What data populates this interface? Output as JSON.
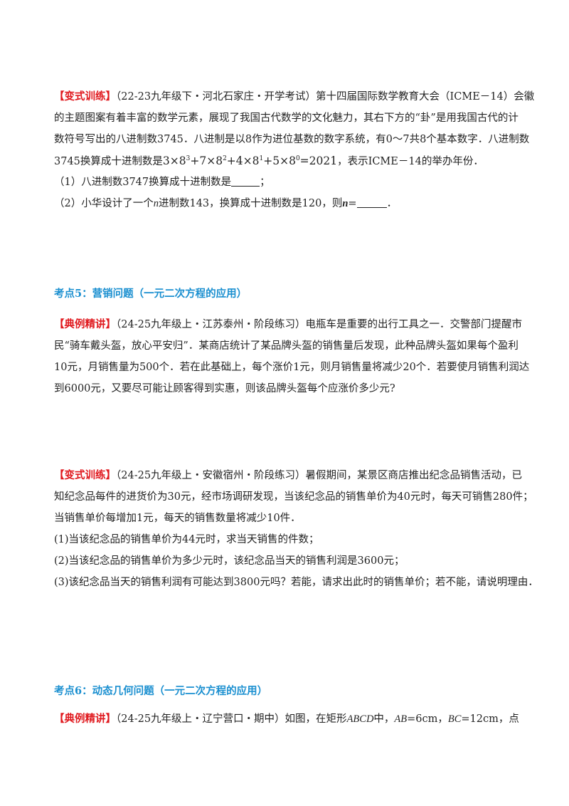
{
  "p1": {
    "tag": "【变式训练】",
    "line1": "（22-23九年级下・河北石家庄・开学考试）第十四届国际数学教育大会（ICME－14）会徽",
    "line2": "的主题图案有着丰富的数学元素，展现了我国古代数学的文化魅力，其右下方的“卦”是用我国古代的计",
    "line3": "数符号写出的八进制数3745．八进制是以8作为进位基数的数字系统，有0～7共8个基本数字．八进制数",
    "line4_pre": "3745换算成十进制数是",
    "formula": [
      "3×8",
      "3",
      "+7×8",
      "2",
      "+4×8",
      "1",
      "+5×8",
      "0",
      "=2021"
    ],
    "line4_post": "，表示ICME－14的举办年份．",
    "q1_pre": "（1）八进制数3747换算成十进制数是",
    "q1_post": "；",
    "q2_pre": "（2）小华设计了一个",
    "q2_var": "n",
    "q2_mid": "进制数143，换算成十进制数是120，则",
    "q2_var2": "n",
    "q2_eq": "=",
    "q2_post": "．"
  },
  "heading5": "考点5：营销问题（一元二次方程的应用）",
  "p2": {
    "tag": "【典例精讲】",
    "line1": "（24-25九年级上・江苏泰州・阶段练习）电瓶车是重要的出行工具之一．交警部门提醒市",
    "line2": "民“骑车戴头盔，放心平安归”．某商店统计了某品牌头盔的销售量后发现，此种品牌头盔如果每个盈利",
    "line3": "10元，月销售量为500个．若在此基础上，每个涨价1元，则月销售量将减少20个．若要使月销售利润达",
    "line4": "到6000元，又要尽可能让顾客得到实惠，则该品牌头盔每个应涨价多少元?"
  },
  "p3": {
    "tag": "【变式训练】",
    "line1": "（24-25九年级上・安徽宿州・阶段练习）暑假期间，某景区商店推出纪念品销售活动，已",
    "line2": "知纪念品每件的进货价为30元，经市场调研发现，当该纪念品的销售单价为40元时，每天可销售280件；",
    "line3": "当销售单价每增加1元，每天的销售数量将减少10件．",
    "q1": "(1)当该纪念品的销售单价为44元时，求当天销售的件数；",
    "q2": "(2)当该纪念品的销售单价为多少元时，该纪念品当天的销售利润是3600元；",
    "q3": "(3)该纪念品当天的销售利润有可能达到3800元吗？若能，请求出此时的销售单价；若不能，请说明理由．"
  },
  "heading6": "考点6：动态几何问题（一元二次方程的应用）",
  "p4": {
    "tag": "【典例精讲】",
    "line1_pre": "（24-25九年级上・辽宁营口・期中）如图，在矩形",
    "rect": "ABCD",
    "mid1": "中，",
    "ab": "AB",
    "ab_val": "=6cm，",
    "bc": "BC",
    "bc_val": "=12cm，点"
  }
}
